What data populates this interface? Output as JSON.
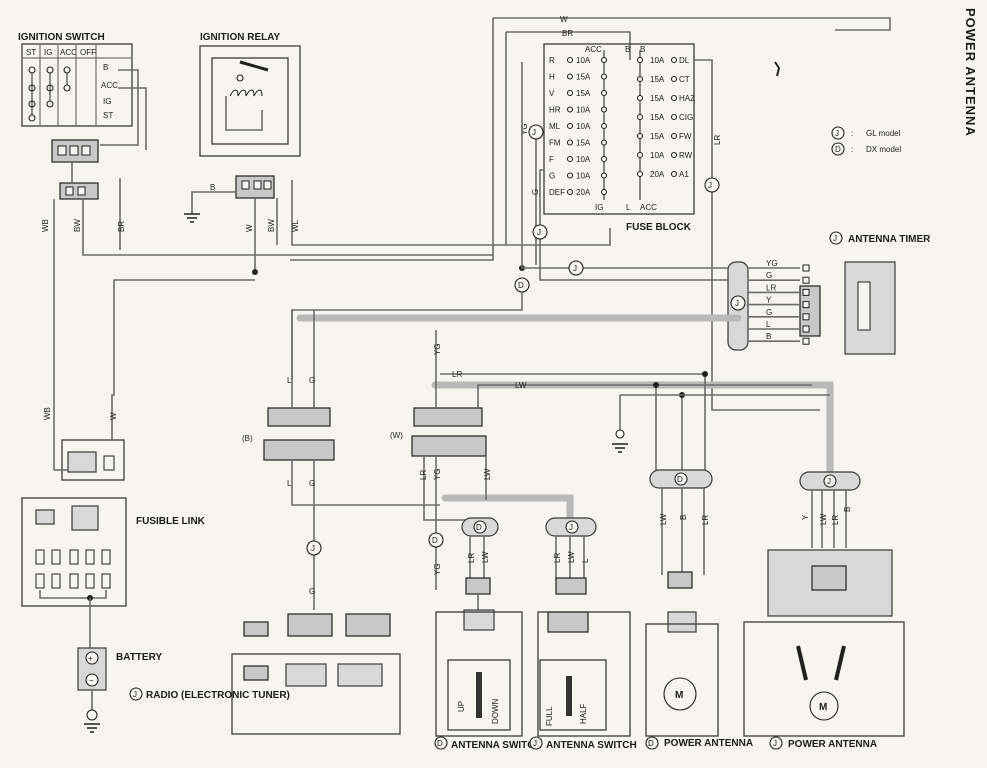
{
  "title": "POWER ANTENNA",
  "legend": [
    {
      "mark": "J",
      "text": "GL model"
    },
    {
      "mark": "D",
      "text": "DX model"
    }
  ],
  "labels": {
    "ignition_switch": "IGNITION SWITCH",
    "ignition_relay": "IGNITION RELAY",
    "fuse_block": "FUSE BLOCK",
    "antenna_timer": "ANTENNA TIMER",
    "fusible_link": "FUSIBLE LINK",
    "battery": "BATTERY",
    "radio": "RADIO (ELECTRONIC TUNER)",
    "antenna_switch_d": "ANTENNA SWITCH",
    "antenna_switch_j": "ANTENNA SWITCH",
    "power_antenna_d": "POWER ANTENNA",
    "power_antenna_j": "POWER ANTENNA",
    "conn_b": "(B)",
    "conn_w": "(W)"
  },
  "ignition_switch_cols": [
    "ST",
    "IG",
    "ACC",
    "OFF"
  ],
  "ignition_switch_rows": [
    "B",
    "ACC",
    "IG",
    "ST"
  ],
  "fuse_block": {
    "left": [
      {
        "code": "R",
        "amp": "10A"
      },
      {
        "code": "H",
        "amp": "15A"
      },
      {
        "code": "V",
        "amp": "15A"
      },
      {
        "code": "HR",
        "amp": "10A"
      },
      {
        "code": "ML",
        "amp": "10A"
      },
      {
        "code": "FM",
        "amp": "15A"
      },
      {
        "code": "F",
        "amp": "10A"
      },
      {
        "code": "G",
        "amp": "10A"
      },
      {
        "code": "DEF",
        "amp": "20A"
      }
    ],
    "right": [
      {
        "code": "DL",
        "amp": "10A"
      },
      {
        "code": "CT",
        "amp": "15A"
      },
      {
        "code": "HAZ",
        "amp": "15A"
      },
      {
        "code": "CIG",
        "amp": "15A"
      },
      {
        "code": "FW",
        "amp": "15A"
      },
      {
        "code": "RW",
        "amp": "10A"
      },
      {
        "code": "A1",
        "amp": "20A"
      }
    ],
    "top_acc": "ACC",
    "top_b1": "B",
    "top_b2": "B",
    "bottom_ig": "IG",
    "bottom_l": "L",
    "bottom_acc": "ACC"
  },
  "timer_wires": [
    "YG",
    "G",
    "LR",
    "Y",
    "G",
    "L",
    "B"
  ],
  "wires": {
    "w": "W",
    "br": "BR",
    "yg": "YG",
    "g": "G",
    "lr": "LR",
    "wl": "WL",
    "wb": "WB",
    "bw": "BW",
    "br2": "BR",
    "b": "B",
    "w2": "W",
    "l": "L",
    "y": "Y",
    "lw": "LW"
  },
  "markers": {
    "j": "J",
    "d": "D"
  },
  "switch_labels": {
    "up": "UP",
    "down": "DOWN",
    "full": "FULL",
    "half": "HALF"
  },
  "motor": "M"
}
